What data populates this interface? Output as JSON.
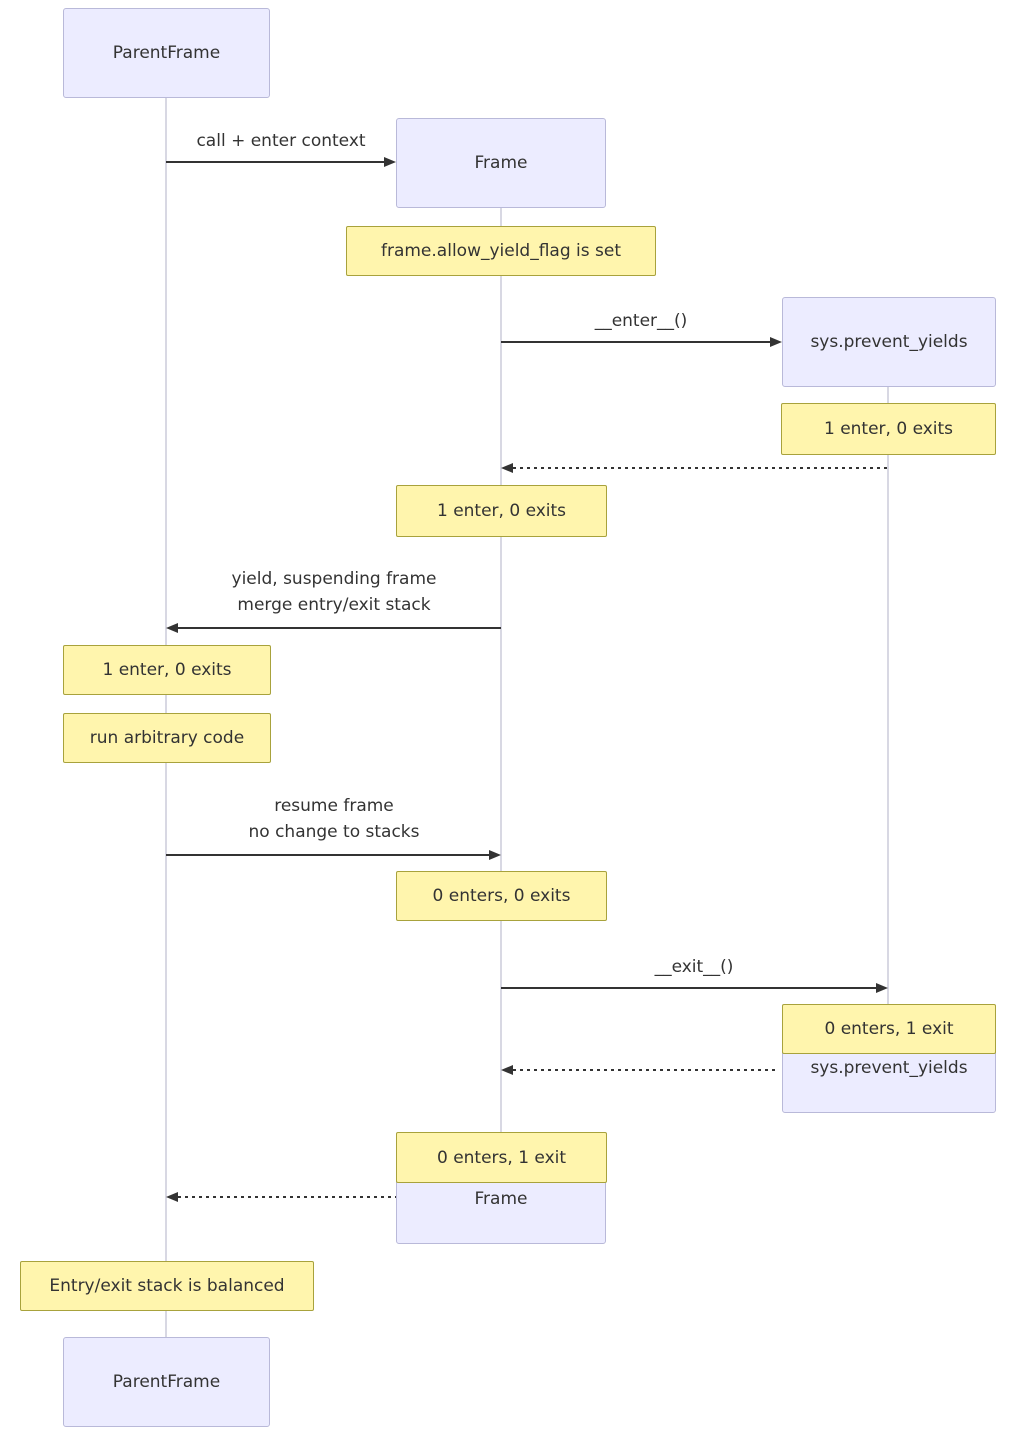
{
  "diagram": {
    "participants": {
      "parentframe": "ParentFrame",
      "frame": "Frame",
      "sys": "sys.prevent_yields"
    },
    "messages": {
      "call_enter_context": "call + enter context",
      "enter_fn": "__enter__()",
      "yield_suspend": [
        "yield, suspending frame",
        "merge entry/exit stack"
      ],
      "resume": [
        "resume frame",
        "no change to stacks"
      ],
      "exit_fn": "__exit__()"
    },
    "notes": {
      "flag_set": "frame.allow_yield_flag is set",
      "sys_enter_count": "1 enter, 0 exits",
      "frame_enter_count": "1 enter, 0 exits",
      "parent_enter_count": "1 enter, 0 exits",
      "run_arbitrary": "run arbitrary code",
      "frame_resume_count": "0 enters, 0 exits",
      "sys_exit_count": "0 enters, 1 exit",
      "frame_exit_count": "0 enters, 1 exit",
      "balanced": "Entry/exit stack is balanced"
    },
    "colors": {
      "actor_fill": "#ECECFF",
      "actor_border": "#b9b9d9",
      "note_fill": "#fff5ad",
      "note_border": "#a8a23c",
      "lifeline": "#d8d8e3",
      "arrow": "#333333",
      "text": "#333333",
      "background": "#ffffff"
    }
  }
}
